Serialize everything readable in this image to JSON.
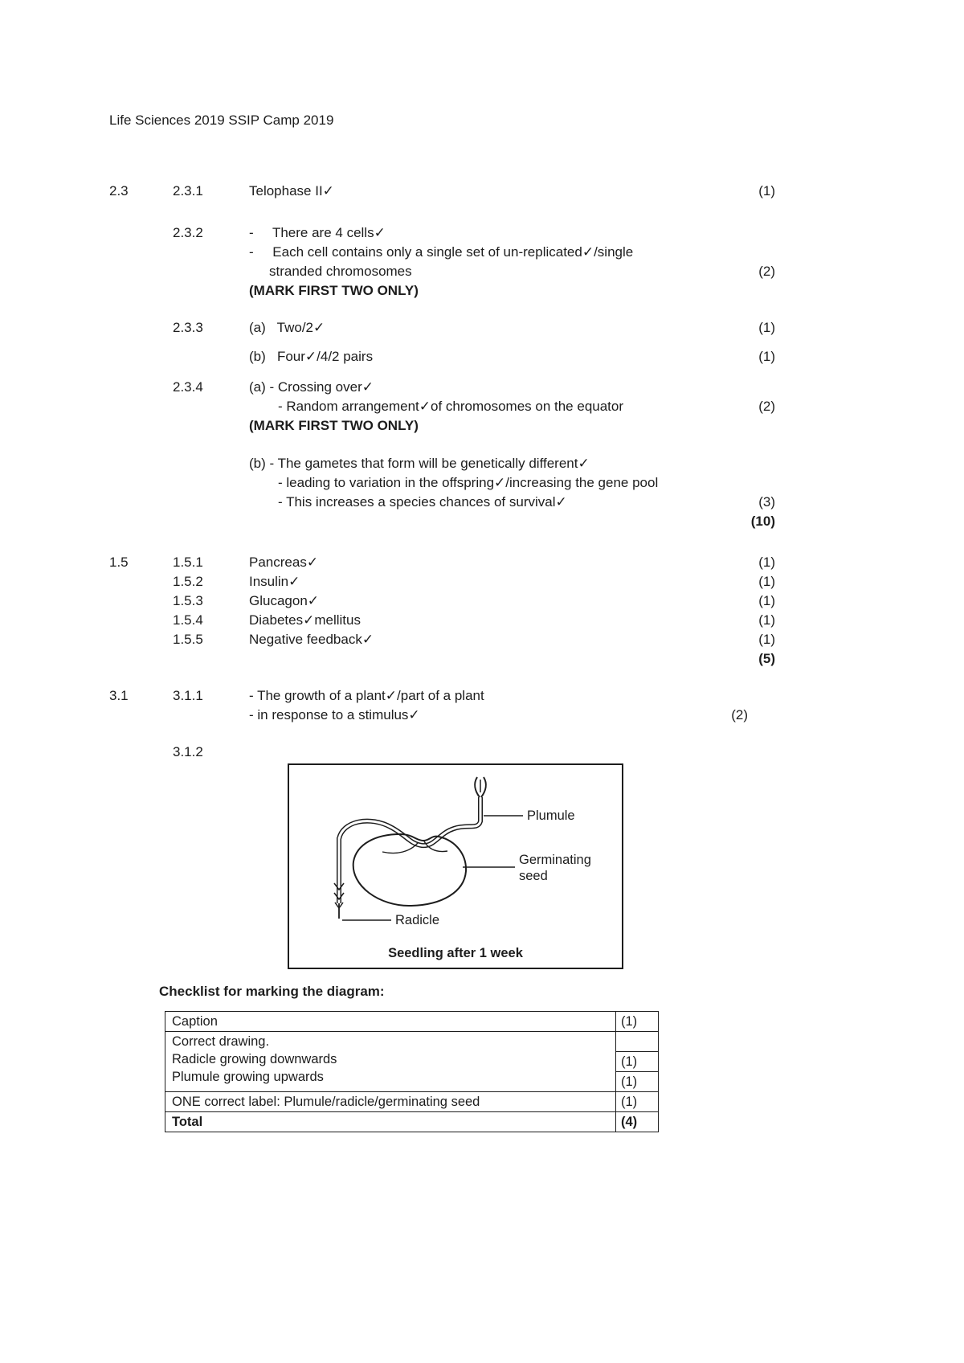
{
  "header": "Life Sciences 2019 SSIP Camp 2019",
  "q23": {
    "num": "2.3",
    "s1": {
      "sub": "2.3.1",
      "text": "Telophase II✓",
      "mark": "(1)"
    },
    "s2": {
      "sub": "2.3.2",
      "l1": "-     There are 4 cells✓",
      "l2": "-     Each cell contains only a single set of un-replicated✓/single",
      "l3": "stranded chromosomes",
      "mark": "(2)",
      "note": "(MARK FIRST TWO ONLY)"
    },
    "s3": {
      "sub": "2.3.3",
      "a": "(a)   Two/2✓",
      "a_mark": "(1)",
      "b": "(b)   Four✓/4/2 pairs",
      "b_mark": "(1)"
    },
    "s4": {
      "sub": "2.3.4",
      "a1": "(a) - Crossing over✓",
      "a2": "- Random arrangement✓of chromosomes on the equator",
      "a_mark": "(2)",
      "note": "(MARK FIRST TWO ONLY)",
      "b1": "(b) - The gametes that form will be genetically different✓",
      "b2": "- leading to variation in the offspring✓/increasing the gene pool",
      "b3": "- This increases a species chances of survival✓",
      "b_mark": "(3)",
      "total": "(10)"
    }
  },
  "q15": {
    "num": "1.5",
    "rows": [
      {
        "sub": "1.5.1",
        "text": "Pancreas✓",
        "mark": "(1)"
      },
      {
        "sub": "1.5.2",
        "text": "Insulin✓",
        "mark": "(1)"
      },
      {
        "sub": "1.5.3",
        "text": "Glucagon✓",
        "mark": "(1)"
      },
      {
        "sub": "1.5.4",
        "text": "Diabetes✓mellitus",
        "mark": "(1)"
      },
      {
        "sub": "1.5.5",
        "text": "Negative feedback✓",
        "mark": "(1)"
      }
    ],
    "total": "(5)"
  },
  "q31": {
    "num": "3.1",
    "s1": {
      "sub": "3.1.1",
      "l1": "- The growth of a plant✓/part of a plant",
      "l2": "- in response to a stimulus✓",
      "mark": "(2)"
    },
    "s2": {
      "sub": "3.1.2"
    }
  },
  "diagram": {
    "label_plumule": "Plumule",
    "label_germinating_1": "Germinating",
    "label_germinating_2": "seed",
    "label_radicle": "Radicle",
    "caption": "Seedling after 1 week"
  },
  "checklist": {
    "heading": "Checklist for marking the diagram:",
    "rows": [
      {
        "text": "Caption",
        "mark": "(1)"
      },
      {
        "lines": [
          "Correct drawing.",
          "Radicle growing downwards",
          "Plumule growing upwards"
        ],
        "marks": [
          "",
          "(1)",
          "(1)"
        ]
      },
      {
        "text": "ONE correct label: Plumule/radicle/germinating seed",
        "mark": "(1)"
      },
      {
        "text": "Total",
        "mark": "(4)"
      }
    ]
  }
}
